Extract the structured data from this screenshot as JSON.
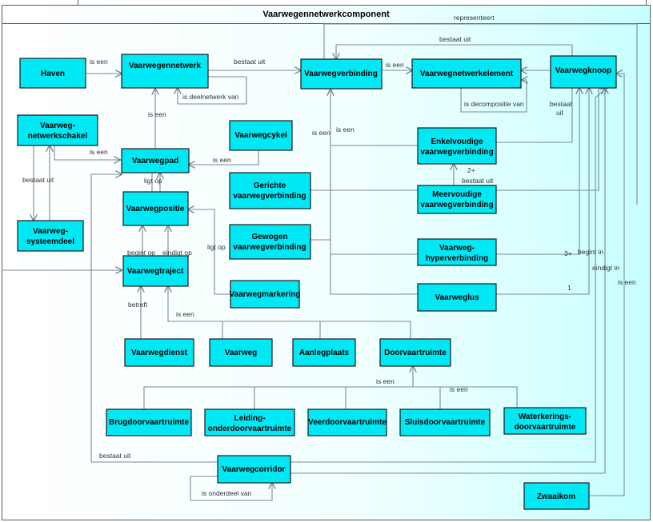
{
  "diagram": {
    "title": "Vaarwegennetwerkcomponent",
    "nodes": [
      {
        "id": "haven",
        "label": "Haven"
      },
      {
        "id": "vaarwegennetwerk",
        "label": "Vaarwegennetwerk"
      },
      {
        "id": "vaarwegverbinding",
        "label": "Vaarwegverbinding"
      },
      {
        "id": "vaarwegnetwerkelement",
        "label": "Vaarwegnetwerkelement"
      },
      {
        "id": "vaarwegknoop",
        "label": "Vaarwegknoop"
      },
      {
        "id": "vaarwegnetwerkschakel",
        "label": "Vaarweg-\nnetwerkschakel"
      },
      {
        "id": "vaarwegcykel",
        "label": "Vaarwegcykel"
      },
      {
        "id": "vaarwegpad",
        "label": "Vaarwegpad"
      },
      {
        "id": "enkelvoudige",
        "label": "Enkelvoudige\nvaarwegverbinding"
      },
      {
        "id": "gerichte",
        "label": "Gerichte\nvaarwegverbinding"
      },
      {
        "id": "meervoudige",
        "label": "Meervoudige\nvaarwegverbinding"
      },
      {
        "id": "vaarwegpositie",
        "label": "Vaarwegpositie"
      },
      {
        "id": "systeemdeel",
        "label": "Vaarweg-\nsysteemdeel"
      },
      {
        "id": "gewogen",
        "label": "Gewogen\nvaarwegverbinding"
      },
      {
        "id": "hyperverbinding",
        "label": "Vaarweg-\nhyperverbinding"
      },
      {
        "id": "vaarwegtraject",
        "label": "Vaarwegtraject"
      },
      {
        "id": "vaarwegmarkering",
        "label": "Vaarwegmarkering"
      },
      {
        "id": "vaarweglus",
        "label": "Vaarweglus"
      },
      {
        "id": "vaarwegdienst",
        "label": "Vaarwegdienst"
      },
      {
        "id": "vaarweg",
        "label": "Vaarweg"
      },
      {
        "id": "aanlegplaats",
        "label": "Aanlegplaats"
      },
      {
        "id": "doorvaartruimte",
        "label": "Doorvaartruimte"
      },
      {
        "id": "brug",
        "label": "Brugdoorvaartruimte"
      },
      {
        "id": "leiding",
        "label": "Leiding-\nonderdoorvaartruimte"
      },
      {
        "id": "veer",
        "label": "Veerdoorvaartruimte"
      },
      {
        "id": "sluis",
        "label": "Sluisdoorvaartruimte"
      },
      {
        "id": "waterkering",
        "label": "Waterkerings-\ndoorvaartruimte"
      },
      {
        "id": "vaarwegcorridor",
        "label": "Vaarwegcorridor"
      },
      {
        "id": "zwaaikom",
        "label": "Zwaaikom"
      }
    ],
    "edge_labels": {
      "haven_is_een": "is een",
      "netwerk_bestaat_uit": "bestaat uit",
      "deelnetwerk": "is deelnetwerk van",
      "verbinding_is_een": "is een",
      "representeert": "representeert",
      "bestaat_uit_top": "bestaat uit",
      "decompositie": "is decompositie van",
      "knoop_bestaat_uit": "bestaat\nuit",
      "pad_is_een": "is een",
      "schakel_is_een": "is een",
      "schakel_bestaat_uit": "bestaat uit",
      "cykel_is_een": "is een",
      "ligt_op_pad": "ligt op",
      "ligt_op_markering": "ligt op",
      "is_een_left": "is een",
      "is_een_mid": "is een",
      "two_plus": "2+",
      "meervoudig_bestaat_uit": "bestaat uit",
      "three_plus": "3+",
      "one": "1",
      "begint_in": "begint in",
      "eindigt_in": "eindigt in",
      "zwaaikom_is_een": "is een",
      "begint_op": "begint op",
      "eindigt_op": "eindigt op",
      "betreft": "betreft",
      "traject_is_een": "is een",
      "doorvaart_is_een_a": "is een",
      "doorvaart_is_een_b": "is een",
      "corridor_bestaat_uit": "bestaat uit",
      "onderdeel_van": "is onderdeel van"
    }
  }
}
